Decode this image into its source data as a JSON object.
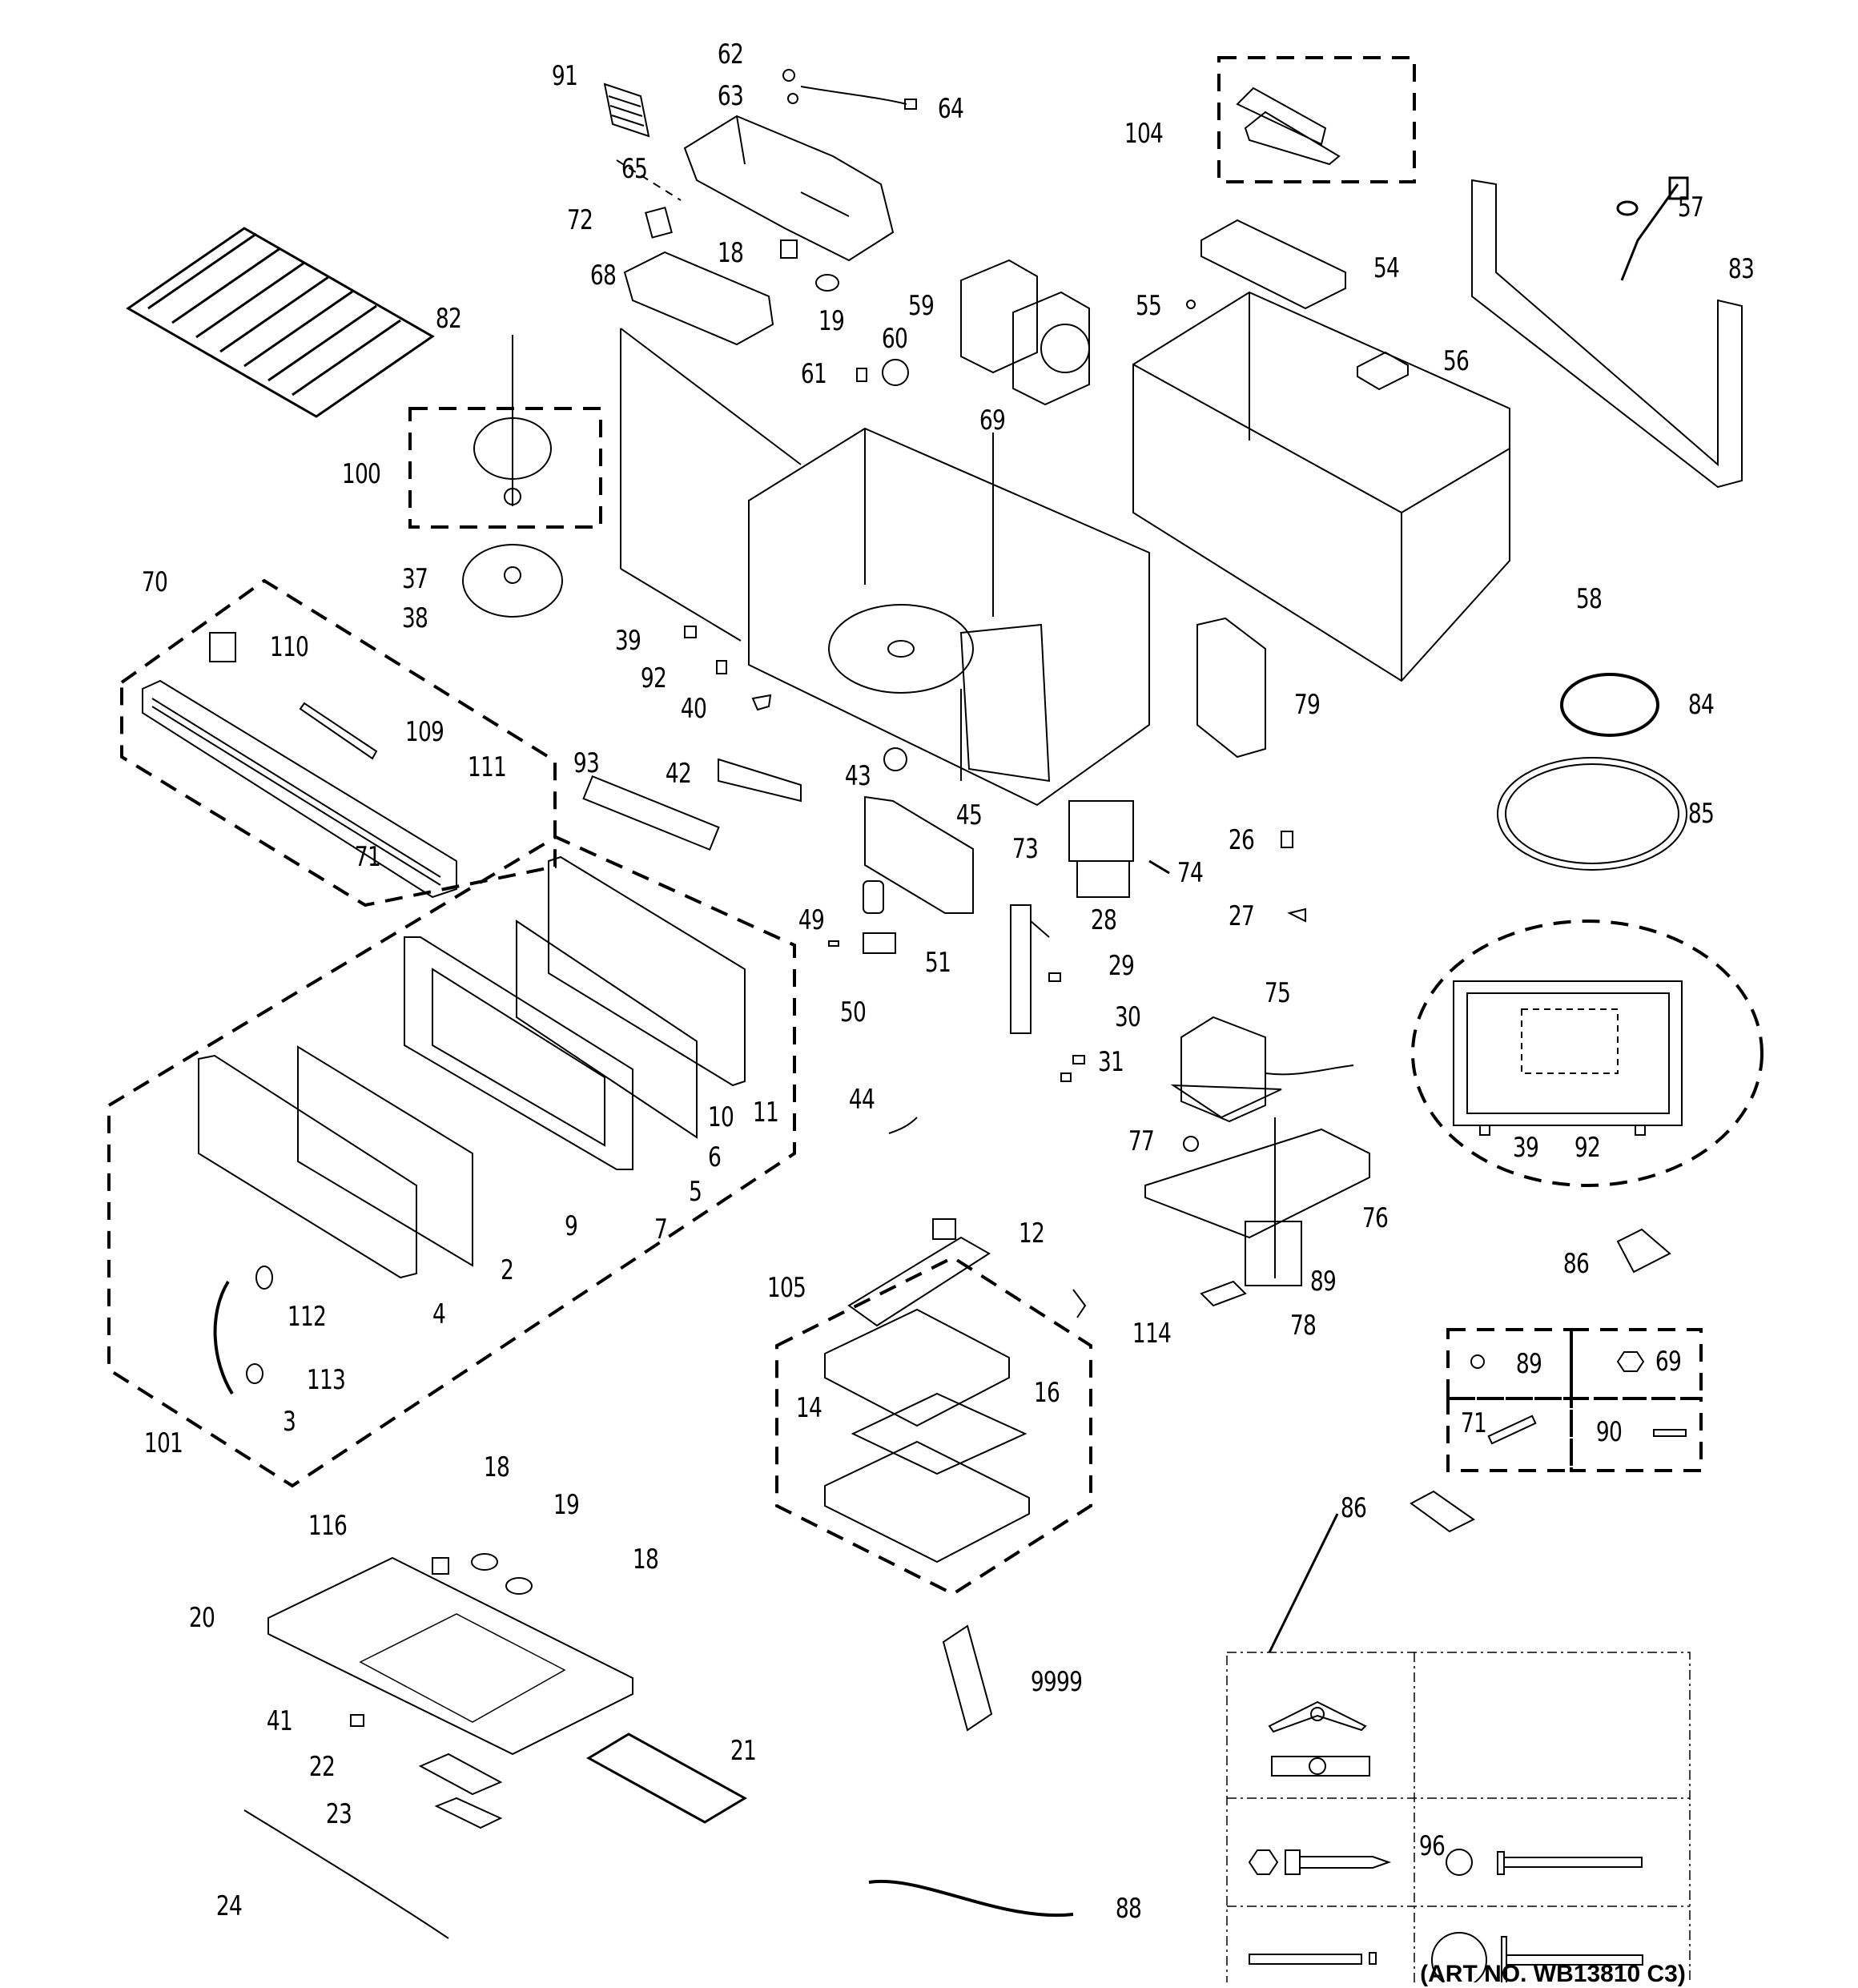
{
  "diagram": {
    "title": "Microwave oven exploded parts diagram",
    "art_number": "(ART NO. WB13810 C3)",
    "parts": [
      {
        "id": "p91",
        "label": "91"
      },
      {
        "id": "p62",
        "label": "62"
      },
      {
        "id": "p63",
        "label": "63"
      },
      {
        "id": "p64",
        "label": "64"
      },
      {
        "id": "p65",
        "label": "65"
      },
      {
        "id": "p104",
        "label": "104"
      },
      {
        "id": "p72",
        "label": "72"
      },
      {
        "id": "p18a",
        "label": "18"
      },
      {
        "id": "p68",
        "label": "68"
      },
      {
        "id": "p19a",
        "label": "19"
      },
      {
        "id": "p59",
        "label": "59"
      },
      {
        "id": "p60",
        "label": "60"
      },
      {
        "id": "p61",
        "label": "61"
      },
      {
        "id": "p57",
        "label": "57"
      },
      {
        "id": "p83",
        "label": "83"
      },
      {
        "id": "p54",
        "label": "54"
      },
      {
        "id": "p55",
        "label": "55"
      },
      {
        "id": "p56",
        "label": "56"
      },
      {
        "id": "p82",
        "label": "82"
      },
      {
        "id": "p69a",
        "label": "69"
      },
      {
        "id": "p100",
        "label": "100"
      },
      {
        "id": "p37",
        "label": "37"
      },
      {
        "id": "p38",
        "label": "38"
      },
      {
        "id": "p70",
        "label": "70"
      },
      {
        "id": "p110",
        "label": "110"
      },
      {
        "id": "p39a",
        "label": "39"
      },
      {
        "id": "p92a",
        "label": "92"
      },
      {
        "id": "p40",
        "label": "40"
      },
      {
        "id": "p58",
        "label": "58"
      },
      {
        "id": "p79",
        "label": "79"
      },
      {
        "id": "p84",
        "label": "84"
      },
      {
        "id": "p109",
        "label": "109"
      },
      {
        "id": "p111",
        "label": "111"
      },
      {
        "id": "p93",
        "label": "93"
      },
      {
        "id": "p42",
        "label": "42"
      },
      {
        "id": "p43",
        "label": "43"
      },
      {
        "id": "p45",
        "label": "45"
      },
      {
        "id": "p85",
        "label": "85"
      },
      {
        "id": "p71a",
        "label": "71"
      },
      {
        "id": "p26",
        "label": "26"
      },
      {
        "id": "p73",
        "label": "73"
      },
      {
        "id": "p74",
        "label": "74"
      },
      {
        "id": "p49",
        "label": "49"
      },
      {
        "id": "p27",
        "label": "27"
      },
      {
        "id": "p28",
        "label": "28"
      },
      {
        "id": "p51",
        "label": "51"
      },
      {
        "id": "p29",
        "label": "29"
      },
      {
        "id": "p75",
        "label": "75"
      },
      {
        "id": "p50",
        "label": "50"
      },
      {
        "id": "p30",
        "label": "30"
      },
      {
        "id": "p31",
        "label": "31"
      },
      {
        "id": "p11",
        "label": "11"
      },
      {
        "id": "p10",
        "label": "10"
      },
      {
        "id": "p44",
        "label": "44"
      },
      {
        "id": "p6",
        "label": "6"
      },
      {
        "id": "p77",
        "label": "77"
      },
      {
        "id": "p39b",
        "label": "39"
      },
      {
        "id": "p92b",
        "label": "92"
      },
      {
        "id": "p5",
        "label": "5"
      },
      {
        "id": "p9",
        "label": "9"
      },
      {
        "id": "p7",
        "label": "7"
      },
      {
        "id": "p76",
        "label": "76"
      },
      {
        "id": "p12",
        "label": "12"
      },
      {
        "id": "p2",
        "label": "2"
      },
      {
        "id": "p112",
        "label": "112"
      },
      {
        "id": "p4",
        "label": "4"
      },
      {
        "id": "p105",
        "label": "105"
      },
      {
        "id": "p89a",
        "label": "89"
      },
      {
        "id": "p86a",
        "label": "86"
      },
      {
        "id": "p114",
        "label": "114"
      },
      {
        "id": "p78",
        "label": "78"
      },
      {
        "id": "p89b",
        "label": "89"
      },
      {
        "id": "p69b",
        "label": "69"
      },
      {
        "id": "p113",
        "label": "113"
      },
      {
        "id": "p14",
        "label": "14"
      },
      {
        "id": "p16",
        "label": "16"
      },
      {
        "id": "p3",
        "label": "3"
      },
      {
        "id": "p101",
        "label": "101"
      },
      {
        "id": "p71b",
        "label": "71"
      },
      {
        "id": "p90",
        "label": "90"
      },
      {
        "id": "p18b",
        "label": "18"
      },
      {
        "id": "p19b",
        "label": "19"
      },
      {
        "id": "p116",
        "label": "116"
      },
      {
        "id": "p18c",
        "label": "18"
      },
      {
        "id": "p86b",
        "label": "86"
      },
      {
        "id": "p20",
        "label": "20"
      },
      {
        "id": "p9999",
        "label": "9999"
      },
      {
        "id": "p41",
        "label": "41"
      },
      {
        "id": "p21",
        "label": "21"
      },
      {
        "id": "p22",
        "label": "22"
      },
      {
        "id": "p23",
        "label": "23"
      },
      {
        "id": "p96",
        "label": "96"
      },
      {
        "id": "p24",
        "label": "24"
      },
      {
        "id": "p88",
        "label": "88"
      }
    ]
  }
}
